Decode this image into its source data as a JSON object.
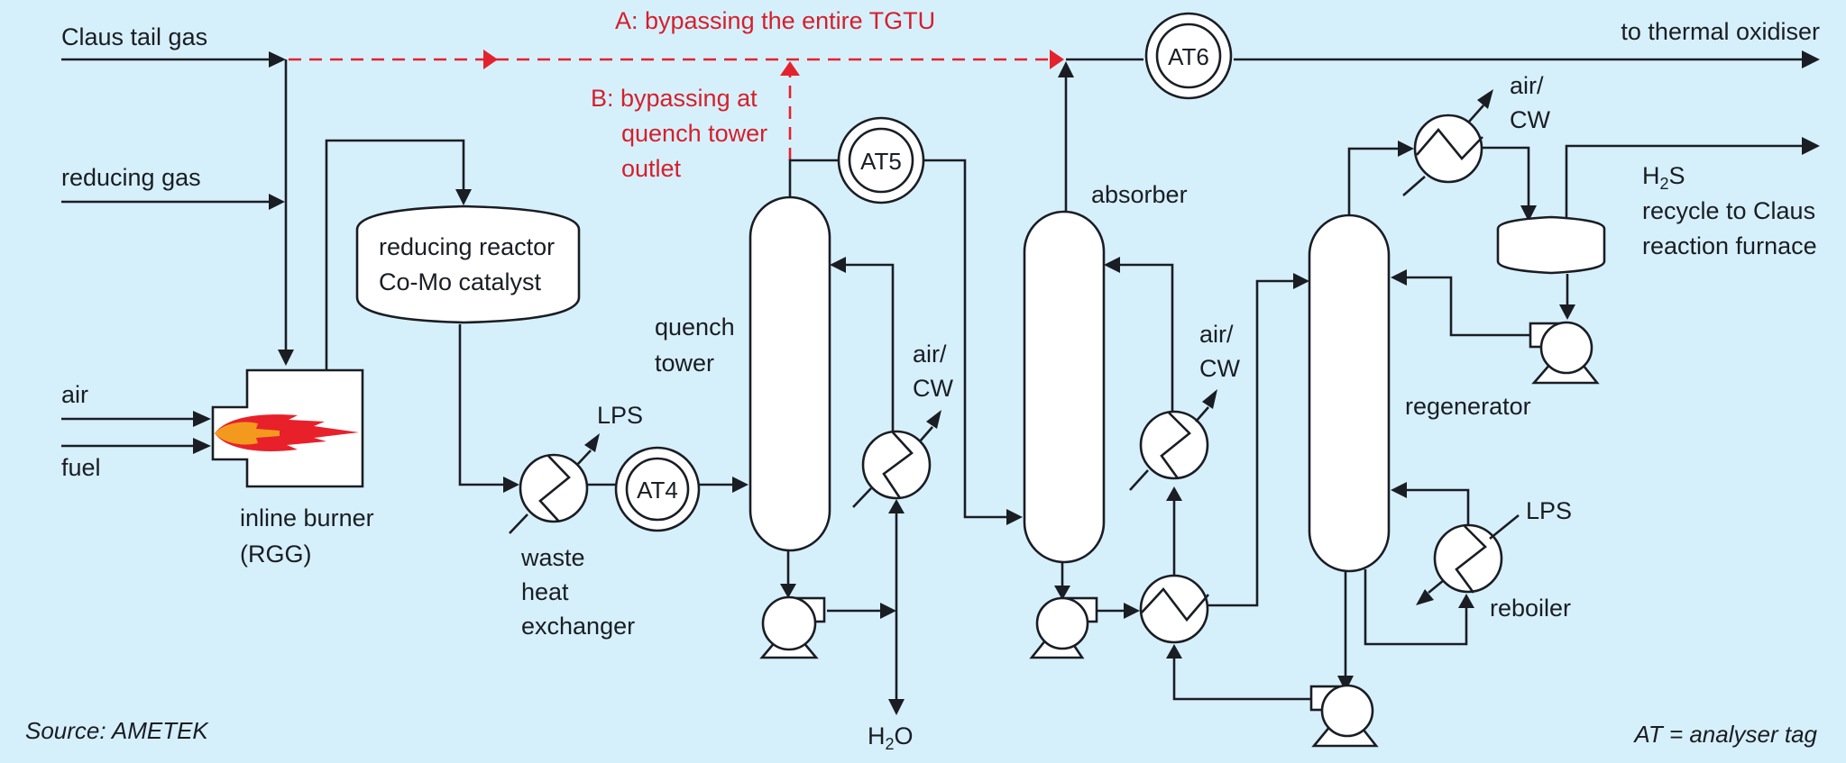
{
  "figure": {
    "title": "Tail gas treating unit (TGTU) process flow with analyser tags",
    "source": "Source: AMETEK",
    "legend": "AT = analyser tag",
    "colors": {
      "background": "#d6f0fb",
      "line": "#1a1d24",
      "bypass": "#e3222e",
      "equipment_fill": "#ffffff",
      "flame_outer": "#e8202a",
      "flame_inner": "#f39a1e"
    }
  },
  "streams": {
    "claus_tail_gas": "Claus tail gas",
    "reducing_gas": "reducing gas",
    "air": "air",
    "fuel": "fuel",
    "to_thermal_oxidiser": "to thermal oxidiser",
    "h2o_base": "H",
    "h2o_sub": "2",
    "h2o_tail": "O",
    "h2s_base": "H",
    "h2s_sub": "2",
    "h2s_tail": "S",
    "h2s_line1": "recycle to Claus",
    "h2s_line2": "reaction furnace"
  },
  "bypass": {
    "a": "A: bypassing the entire TGTU",
    "b_line1": "B: bypassing at",
    "b_line2": "quench tower",
    "b_line3": "outlet"
  },
  "equipment": {
    "burner_line1": "inline burner",
    "burner_line2": "(RGG)",
    "reactor_line1": "reducing reactor",
    "reactor_line2": "Co-Mo catalyst",
    "whe_line1": "waste",
    "whe_line2": "heat",
    "whe_line3": "exchanger",
    "quench_line1": "quench",
    "quench_line2": "tower",
    "absorber": "absorber",
    "regenerator": "regenerator",
    "reboiler": "reboiler"
  },
  "utilities": {
    "lps": "LPS",
    "air_cw_line1": "air/",
    "air_cw_line2": "CW"
  },
  "analysers": [
    {
      "tag": "AT4",
      "location": "waste heat exchanger outlet"
    },
    {
      "tag": "AT5",
      "location": "quench tower outlet"
    },
    {
      "tag": "AT6",
      "location": "absorber outlet to thermal oxidiser"
    }
  ]
}
